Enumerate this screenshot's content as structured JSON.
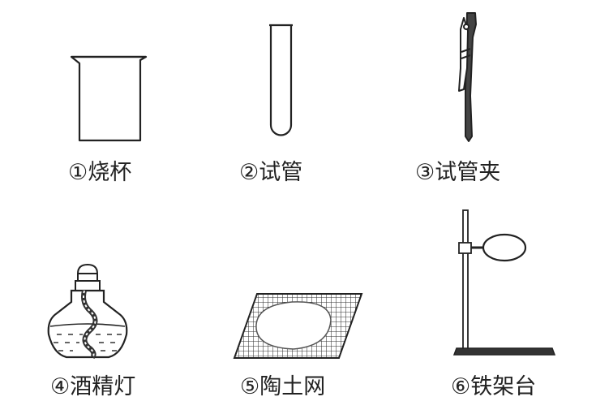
{
  "items": [
    {
      "label": "①烧杯"
    },
    {
      "label": "②试管"
    },
    {
      "label": "③试管夹"
    },
    {
      "label": "④酒精灯"
    },
    {
      "label": "⑤陶土网"
    },
    {
      "label": "⑥铁架台"
    }
  ]
}
